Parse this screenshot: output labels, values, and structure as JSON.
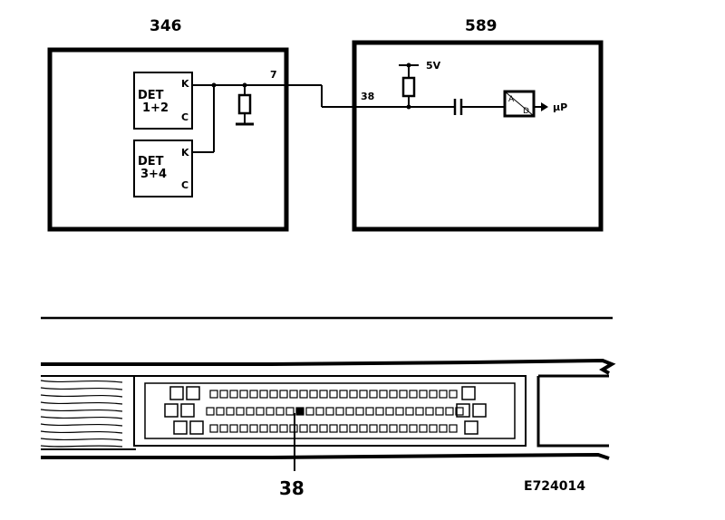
{
  "ecu346": {
    "number": "346",
    "det_a_line1": "DET",
    "det_a_line2": "1+2",
    "det_b_line1": "DET",
    "det_b_line2": "3+4",
    "pin_k": "K",
    "pin_c": "C"
  },
  "ecu589": {
    "number": "589",
    "supply": "5V",
    "adc_top": "A",
    "adc_bottom": "D",
    "output": "µP"
  },
  "wiring": {
    "pin_out": "7",
    "pin_in": "38"
  },
  "connector": {
    "callout": "38"
  },
  "figure": {
    "reference": "E724014"
  }
}
